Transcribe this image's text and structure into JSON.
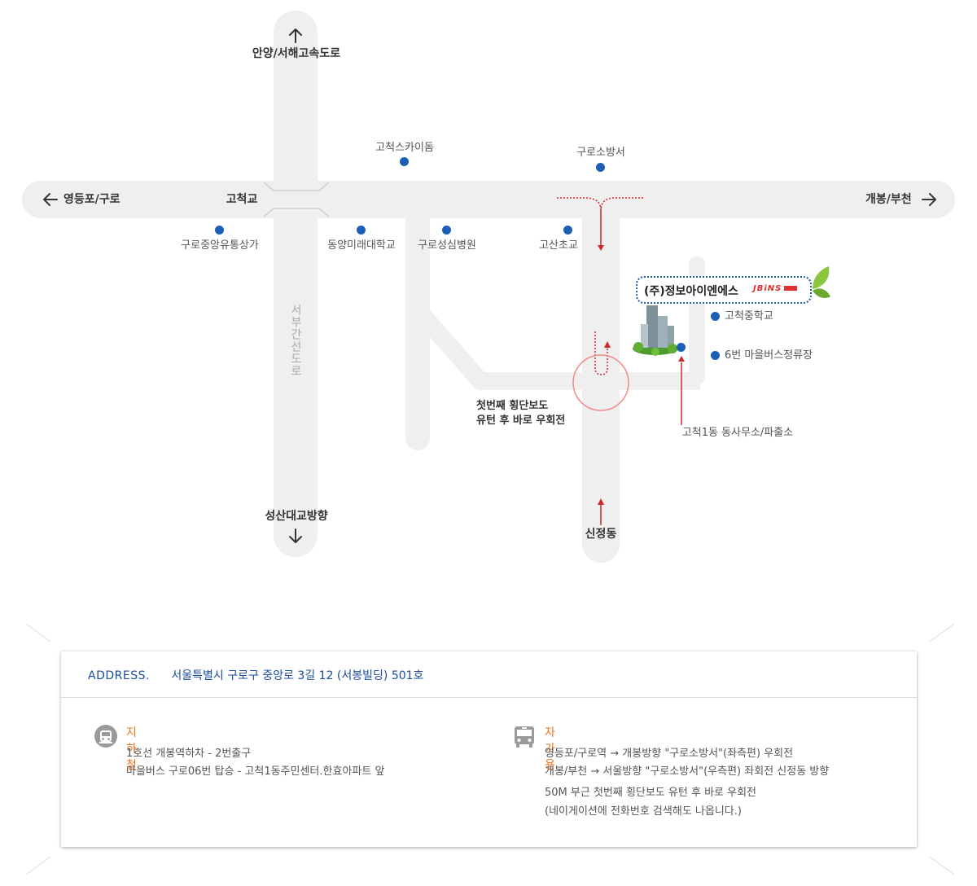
{
  "map": {
    "directions": {
      "north": "안양/서해고속도로",
      "west": "영등포/구로",
      "east": "개봉/부천",
      "south_left": "성산대교방향",
      "south_right": "신정동"
    },
    "road_labels": {
      "gocheok_bridge": "고척교",
      "seobu_road": "서부간선도로"
    },
    "landmarks": {
      "skydome": "고척스카이돔",
      "fire_station": "구로소방서",
      "market": "구로중앙유통상가",
      "dongyang": "동양미래대학교",
      "hospital": "구로성심병원",
      "gosan_school": "고산초교",
      "middle_school": "고척중학교",
      "bus_stop": "6번 마을버스정류장",
      "community_center": "고척1동 동사무소/파출소"
    },
    "uturn_note": {
      "line1": "첫번째 횡단보도",
      "line2": "유턴 후 바로 우회전"
    },
    "company": {
      "name": "(주)정보아이엔에스",
      "logo": "JBiNS"
    },
    "colors": {
      "road": "#efefef",
      "dot": "#1a5fb4",
      "route": "#d0282a",
      "accent": "#e8761e",
      "address": "#1a4d9e"
    }
  },
  "info": {
    "address_label": "ADDRESS.",
    "address": "서울특별시 구로구 중앙로 3길 12 (서봉빌딩) 501호",
    "subway": {
      "icon": "subway-icon",
      "title": "지하철",
      "lines": [
        "1호선 개봉역하차 - 2번출구",
        "마을버스 구로06번 탑승 - 고척1동주민센터.한효아파트 앞"
      ]
    },
    "car": {
      "icon": "bus-icon",
      "title": "자가용",
      "lines": [
        "영등포/구로역 → 개봉방향  \"구로소방서\"(좌측편) 우회전",
        "개봉/부천 → 서울방향 \"구로소방서\"(우측편) 좌회전 신정동 방향",
        "50M 부근 첫번째 횡단보도 유턴 후 바로 우회전",
        "(네이게이션에 전화번호 검색해도 나옵니다.)"
      ]
    }
  }
}
